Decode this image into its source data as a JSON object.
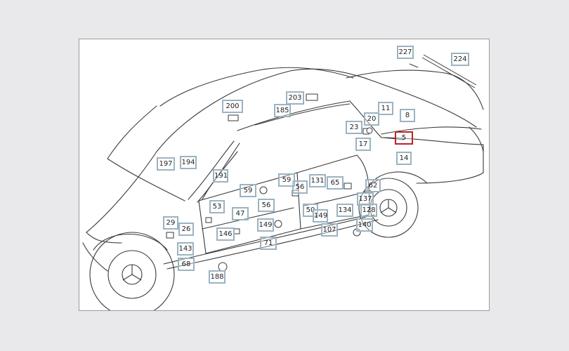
{
  "diagram": {
    "callout_color": "#9bb3c2",
    "selected_color": "#c0202a",
    "selected_part": "5",
    "parts": [
      {
        "label": "227"
      },
      {
        "label": "224"
      },
      {
        "label": "200"
      },
      {
        "label": "203"
      },
      {
        "label": "185"
      },
      {
        "label": "11"
      },
      {
        "label": "8"
      },
      {
        "label": "20"
      },
      {
        "label": "23"
      },
      {
        "label": "17"
      },
      {
        "label": "5"
      },
      {
        "label": "14"
      },
      {
        "label": "197"
      },
      {
        "label": "194"
      },
      {
        "label": "191"
      },
      {
        "label": "59"
      },
      {
        "label": "56"
      },
      {
        "label": "131"
      },
      {
        "label": "65"
      },
      {
        "label": "62"
      },
      {
        "label": "137"
      },
      {
        "label": "53"
      },
      {
        "label": "47"
      },
      {
        "label": "56"
      },
      {
        "label": "50"
      },
      {
        "label": "149"
      },
      {
        "label": "134"
      },
      {
        "label": "128"
      },
      {
        "label": "29"
      },
      {
        "label": "26"
      },
      {
        "label": "146"
      },
      {
        "label": "149"
      },
      {
        "label": "107"
      },
      {
        "label": "140"
      },
      {
        "label": "71"
      },
      {
        "label": "143"
      },
      {
        "label": "68"
      },
      {
        "label": "188"
      },
      {
        "label": "59"
      }
    ]
  }
}
